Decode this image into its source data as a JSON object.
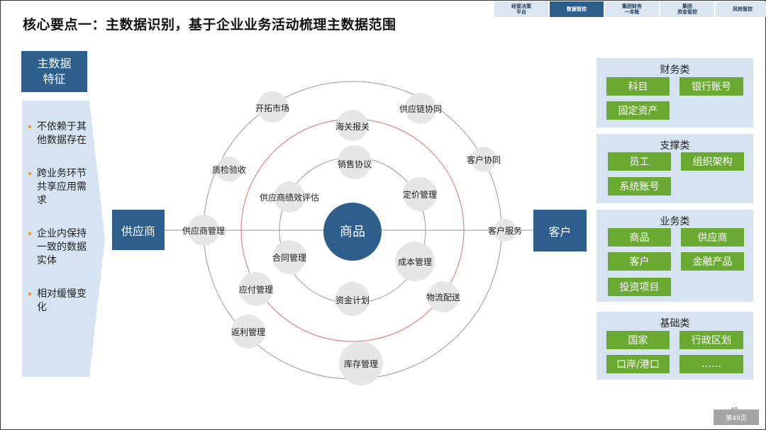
{
  "title": "核心要点一：主数据识别，基于企业业务活动梳理主数据范围",
  "nav_tabs": [
    {
      "label": "经营决策\n平台",
      "active": false
    },
    {
      "label": "数据管控",
      "active": true
    },
    {
      "label": "集团财务\n一本账",
      "active": false
    },
    {
      "label": "集团\n资金管控",
      "active": false
    },
    {
      "label": "风险管控",
      "active": false
    }
  ],
  "features": {
    "title": "主数据\n特征",
    "items": [
      "不依赖于其他数据存在",
      "跨业务环节共享应用需求",
      "企业内保持一致的数据实体",
      "相对缓慢变化"
    ]
  },
  "left_entity": "供应商",
  "right_entity": "客户",
  "center": "商品",
  "inner_nodes": [
    "销售协议",
    "定价管理",
    "成本管理",
    "资金计划",
    "合同管理",
    "供应商绩效评估"
  ],
  "middle_nodes": [
    "海关报关"
  ],
  "outer_nodes": [
    "开拓市场",
    "供应链协同",
    "客户协同",
    "客户服务",
    "物流配送",
    "库存管理",
    "返利管理",
    "应付管理",
    "供应商管理",
    "质检验收"
  ],
  "categories": [
    {
      "title": "财务类",
      "items": [
        "科目",
        "银行账号",
        "固定资产"
      ]
    },
    {
      "title": "支撑类",
      "items": [
        "员工",
        "组织架构",
        "系统账号"
      ]
    },
    {
      "title": "业务类",
      "items": [
        "商品",
        "供应商",
        "客户",
        "金融产品",
        "投资项目"
      ]
    },
    {
      "title": "基础类",
      "items": [
        "国家",
        "行政区划",
        "口岸/港口",
        "……"
      ]
    }
  ],
  "page_number": "49",
  "page_badge": "第49页",
  "colors": {
    "primary": "#2e5f8c",
    "chip": "#6aaa32",
    "panel": "#d6e3f1",
    "red_ring": "#e0706a"
  }
}
